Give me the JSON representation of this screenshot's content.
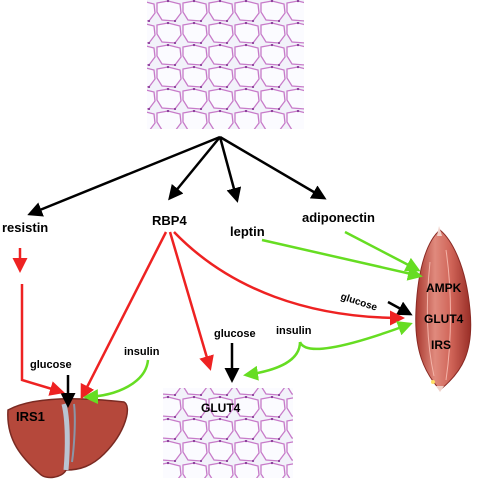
{
  "adipokines": {
    "resistin": "resistin",
    "rbp4": "RBP4",
    "leptin": "leptin",
    "adiponectin": "adiponectin"
  },
  "muscle": {
    "ampk": "AMPK",
    "glut4": "GLUT4",
    "irs": "IRS",
    "glucose": "glucose",
    "insulin": "insulin"
  },
  "liver": {
    "irs1": "IRS1",
    "glucose": "glucose",
    "insulin": "insulin"
  },
  "adipose_bottom": {
    "glut4": "GLUT4",
    "glucose": "glucose"
  },
  "colors": {
    "stimulate": "#66dd22",
    "inhibit": "#ee2222",
    "secrete": "#000000",
    "liver": "#b5483b",
    "muscle": "#c9584f",
    "adipocyte_border": "#c77bc9"
  }
}
